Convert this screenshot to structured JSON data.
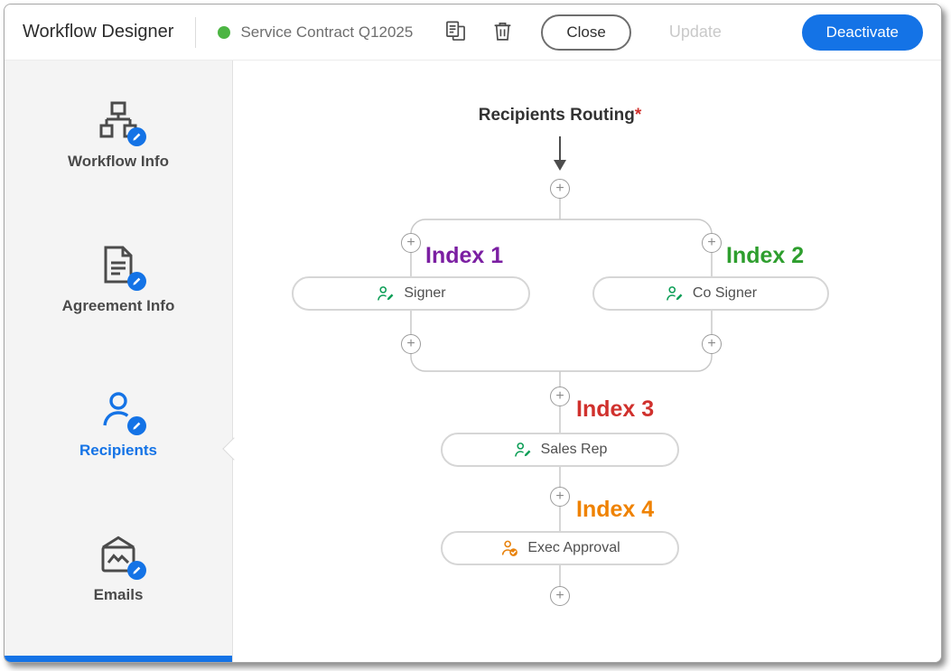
{
  "header": {
    "title": "Workflow Designer",
    "status_dot_color": "#4CB543",
    "workflow_name": "Service Contract Q12025",
    "close_label": "Close",
    "update_label": "Update",
    "deactivate_label": "Deactivate",
    "accent_color": "#1473E6"
  },
  "sidebar": {
    "selected_color": "#1473E6",
    "items": [
      {
        "label": "Workflow Info",
        "icon": "workflow-hierarchy-icon",
        "selected": false
      },
      {
        "label": "Agreement Info",
        "icon": "agreement-document-icon",
        "selected": false
      },
      {
        "label": "Recipients",
        "icon": "recipient-person-icon",
        "selected": true
      },
      {
        "label": "Emails",
        "icon": "email-envelope-icon",
        "selected": false
      }
    ]
  },
  "canvas": {
    "title": "Recipients Routing",
    "required_mark": "*",
    "required_color": "#D0312D",
    "plus_symbol": "+",
    "index_labels": [
      {
        "text": "Index 1",
        "color": "#7B1FA2"
      },
      {
        "text": "Index 2",
        "color": "#2E9E2E"
      },
      {
        "text": "Index 3",
        "color": "#D0312D"
      },
      {
        "text": "Index 4",
        "color": "#EF8200"
      }
    ],
    "nodes": [
      {
        "label": "Signer",
        "icon": "signer-pen-icon",
        "icon_color": "#0D9E57"
      },
      {
        "label": "Co Signer",
        "icon": "signer-pen-icon",
        "icon_color": "#0D9E57"
      },
      {
        "label": "Sales Rep",
        "icon": "signer-pen-icon",
        "icon_color": "#0D9E57"
      },
      {
        "label": "Exec Approval",
        "icon": "approver-check-icon",
        "icon_color": "#E8820C"
      }
    ]
  }
}
